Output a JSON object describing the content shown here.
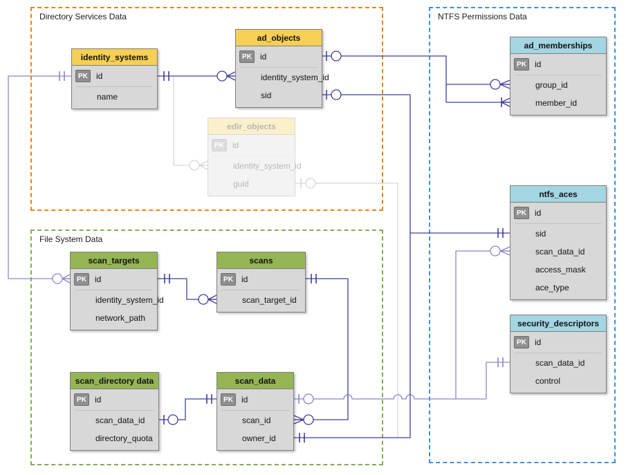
{
  "diagram": {
    "pk_badge_label": "PK",
    "groups": [
      {
        "id": "directory-services",
        "label": "Directory Services Data",
        "border_color": "#E8821E"
      },
      {
        "id": "ntfs-permissions",
        "label": "NTFS Permissions Data",
        "border_color": "#3F8FD6"
      },
      {
        "id": "file-system",
        "label": "File System Data",
        "border_color": "#8AA84F"
      }
    ],
    "tables": [
      {
        "id": "identity_systems",
        "name": "identity_systems",
        "group": "Directory Services Data",
        "header_color": "#F6CF55",
        "ghost": false,
        "fields": [
          {
            "name": "id",
            "pk": true
          },
          {
            "name": "name",
            "pk": false
          }
        ]
      },
      {
        "id": "ad_objects",
        "name": "ad_objects",
        "group": "Directory Services Data",
        "header_color": "#F6CF55",
        "ghost": false,
        "fields": [
          {
            "name": "id",
            "pk": true
          },
          {
            "name": "identity_system_id",
            "pk": false
          },
          {
            "name": "sid",
            "pk": false
          }
        ]
      },
      {
        "id": "edir_objects",
        "name": "edir_objects",
        "group": "Directory Services Data",
        "header_color": "#F6CF55",
        "ghost": true,
        "fields": [
          {
            "name": "id",
            "pk": true
          },
          {
            "name": "identity_system_id",
            "pk": false
          },
          {
            "name": "guid",
            "pk": false
          }
        ]
      },
      {
        "id": "ad_memberships",
        "name": "ad_memberships",
        "group": "NTFS Permissions Data",
        "header_color": "#A3D5E2",
        "ghost": false,
        "fields": [
          {
            "name": "id",
            "pk": true
          },
          {
            "name": "group_id",
            "pk": false
          },
          {
            "name": "member_id",
            "pk": false
          }
        ]
      },
      {
        "id": "ntfs_aces",
        "name": "ntfs_aces",
        "group": "NTFS Permissions Data",
        "header_color": "#A3D5E2",
        "ghost": false,
        "fields": [
          {
            "name": "id",
            "pk": true
          },
          {
            "name": "sid",
            "pk": false
          },
          {
            "name": "scan_data_id",
            "pk": false
          },
          {
            "name": "access_mask",
            "pk": false
          },
          {
            "name": "ace_type",
            "pk": false
          }
        ]
      },
      {
        "id": "security_descriptors",
        "name": "security_descriptors",
        "group": "NTFS Permissions Data",
        "header_color": "#A3D5E2",
        "ghost": false,
        "fields": [
          {
            "name": "id",
            "pk": true
          },
          {
            "name": "scan_data_id",
            "pk": false
          },
          {
            "name": "control",
            "pk": false
          }
        ]
      },
      {
        "id": "scan_targets",
        "name": "scan_targets",
        "group": "File System Data",
        "header_color": "#95B554",
        "ghost": false,
        "fields": [
          {
            "name": "id",
            "pk": true
          },
          {
            "name": "identity_system_id",
            "pk": false
          },
          {
            "name": "network_path",
            "pk": false
          }
        ]
      },
      {
        "id": "scans",
        "name": "scans",
        "group": "File System Data",
        "header_color": "#95B554",
        "ghost": false,
        "fields": [
          {
            "name": "id",
            "pk": true
          },
          {
            "name": "scan_target_id",
            "pk": false
          }
        ]
      },
      {
        "id": "scan_directory_data",
        "name": "scan_directory data",
        "group": "File System Data",
        "header_color": "#95B554",
        "ghost": false,
        "fields": [
          {
            "name": "id",
            "pk": true
          },
          {
            "name": "scan_data_id",
            "pk": false
          },
          {
            "name": "directory_quota",
            "pk": false
          }
        ]
      },
      {
        "id": "scan_data",
        "name": "scan_data",
        "group": "File System Data",
        "header_color": "#95B554",
        "ghost": false,
        "fields": [
          {
            "name": "id",
            "pk": true
          },
          {
            "name": "scan_id",
            "pk": false
          },
          {
            "name": "owner_id",
            "pk": false
          }
        ]
      }
    ],
    "relationships": [
      {
        "from": "ad_objects.identity_system_id",
        "to": "identity_systems.id",
        "from_card": "zero-or-many",
        "to_card": "one-and-only-one",
        "ghost": false
      },
      {
        "from": "edir_objects.identity_system_id",
        "to": "identity_systems.id",
        "from_card": "zero-or-many",
        "to_card": "one-and-only-one",
        "ghost": true
      },
      {
        "from": "scan_targets.id",
        "to": "identity_systems.id",
        "from_card": "zero-or-many",
        "to_card": "one-and-only-one",
        "ghost": false
      },
      {
        "from": "ad_memberships.group_id",
        "to": "ad_objects.id",
        "from_card": "zero-or-many",
        "to_card": "zero-or-one",
        "ghost": false
      },
      {
        "from": "ad_memberships.member_id",
        "to": "ad_objects.id",
        "from_card": "one-or-many",
        "to_card": "zero-or-one",
        "ghost": false
      },
      {
        "from": "ntfs_aces.sid",
        "to": "ad_objects.sid",
        "from_card": "one-and-only-one",
        "to_card": "zero-or-one",
        "ghost": false
      },
      {
        "from": "scan_data.owner_id",
        "to": "ad_objects.sid",
        "from_card": "one-and-only-one",
        "to_card": "zero-or-one",
        "ghost": false
      },
      {
        "from": "scan_data.owner_id",
        "to": "edir_objects.guid",
        "from_card": "one-and-only-one",
        "to_card": "zero-or-one",
        "ghost": true
      },
      {
        "from": "scans.scan_target_id",
        "to": "scan_targets.id",
        "from_card": "zero-or-many",
        "to_card": "one-and-only-one",
        "ghost": false
      },
      {
        "from": "scan_data.scan_id",
        "to": "scans.id",
        "from_card": "zero-or-many",
        "to_card": "one-and-only-one",
        "ghost": false
      },
      {
        "from": "scan_directory_data.scan_data_id",
        "to": "scan_data.id",
        "from_card": "zero-or-one",
        "to_card": "one-and-only-one",
        "ghost": false
      },
      {
        "from": "ntfs_aces.scan_data_id",
        "to": "scan_data.id",
        "from_card": "zero-or-many",
        "to_card": "zero-or-one",
        "ghost": false
      },
      {
        "from": "security_descriptors.scan_data_id",
        "to": "scan_data.id",
        "from_card": "one-and-only-one",
        "to_card": "zero-or-one",
        "ghost": false
      }
    ]
  }
}
